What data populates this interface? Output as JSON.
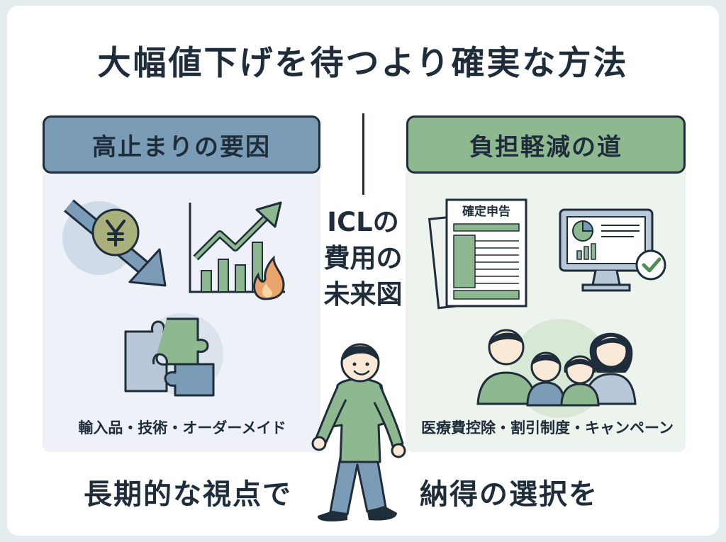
{
  "title": "大幅値下げを待つより確実な方法",
  "left_panel": {
    "heading": "高止まりの要因",
    "caption": "輸入品・技術・オーダーメイド",
    "icons": [
      "yen-down-icon",
      "rising-chart-fire-icon",
      "puzzle-icon"
    ]
  },
  "right_panel": {
    "heading": "負担軽減の道",
    "caption": "医療費控除・割引制度・キャンペーン",
    "document_title": "確定申告",
    "icons": [
      "tax-return-document-icon",
      "monitor-check-icon",
      "family-icon"
    ]
  },
  "center": {
    "lines": [
      "ICLの",
      "費用の",
      "未来図"
    ]
  },
  "bottom": {
    "left": "長期的な視点で",
    "right": "納得の選択を"
  },
  "colors": {
    "blue_accent": "#7b9cb6",
    "green_accent": "#8eb88f",
    "text": "#1f2d3a"
  }
}
